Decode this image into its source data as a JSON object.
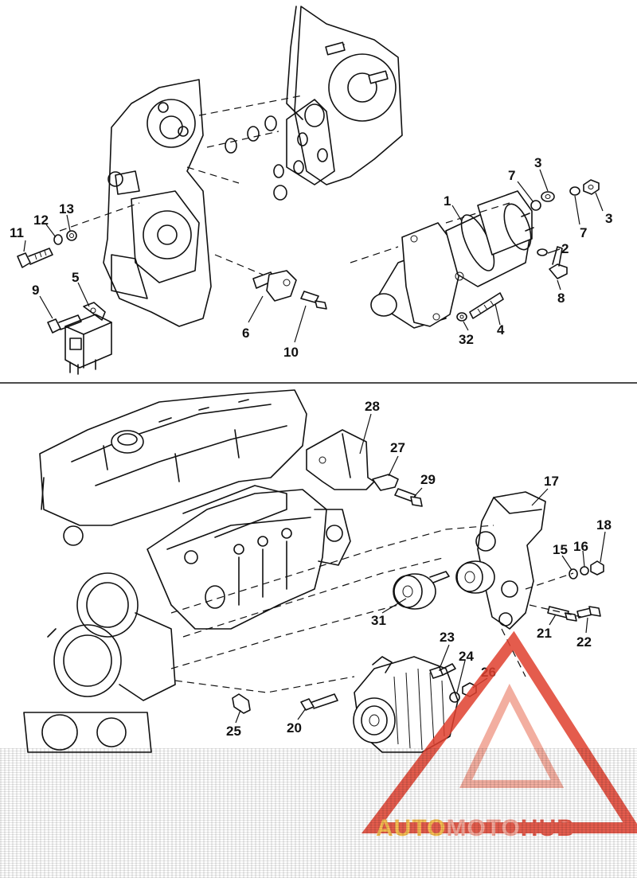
{
  "callouts": [
    {
      "id": "1",
      "label": "1"
    },
    {
      "id": "2",
      "label": "2"
    },
    {
      "id": "3a",
      "label": "3"
    },
    {
      "id": "3b",
      "label": "3"
    },
    {
      "id": "4",
      "label": "4"
    },
    {
      "id": "5",
      "label": "5"
    },
    {
      "id": "6",
      "label": "6"
    },
    {
      "id": "7a",
      "label": "7"
    },
    {
      "id": "7b",
      "label": "7"
    },
    {
      "id": "8",
      "label": "8"
    },
    {
      "id": "9",
      "label": "9"
    },
    {
      "id": "10",
      "label": "10"
    },
    {
      "id": "11",
      "label": "11"
    },
    {
      "id": "12",
      "label": "12"
    },
    {
      "id": "13",
      "label": "13"
    },
    {
      "id": "15",
      "label": "15"
    },
    {
      "id": "16",
      "label": "16"
    },
    {
      "id": "17",
      "label": "17"
    },
    {
      "id": "18",
      "label": "18"
    },
    {
      "id": "20",
      "label": "20"
    },
    {
      "id": "21",
      "label": "21"
    },
    {
      "id": "22",
      "label": "22"
    },
    {
      "id": "23",
      "label": "23"
    },
    {
      "id": "24",
      "label": "24"
    },
    {
      "id": "25",
      "label": "25"
    },
    {
      "id": "26",
      "label": "26"
    },
    {
      "id": "27",
      "label": "27"
    },
    {
      "id": "28",
      "label": "28"
    },
    {
      "id": "29",
      "label": "29"
    },
    {
      "id": "31",
      "label": "31"
    },
    {
      "id": "32",
      "label": "32"
    }
  ],
  "watermark": {
    "part1": "AUTO",
    "part2": "MOTO",
    "part3": "HUB",
    "color1": "#f5b335",
    "color2": "#f39a8a",
    "color3": "#e0402f"
  }
}
